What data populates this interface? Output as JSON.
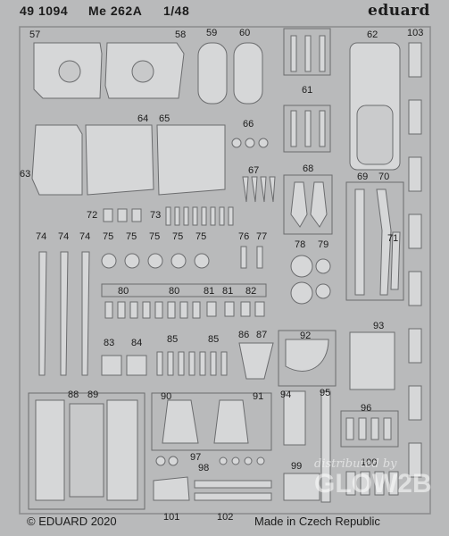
{
  "header": {
    "catalog": "49 1094",
    "model": "Me 262A",
    "scale": "1/48",
    "brand": "eduard"
  },
  "footer": {
    "copyright": "© EDUARD 2020",
    "origin": "Made in Czech Republic"
  },
  "watermark": {
    "tagline": "distributed by",
    "name": "GLOW2B"
  },
  "part_labels": {
    "p57": "57",
    "p58": "58",
    "p59": "59",
    "p60": "60",
    "p61": "61",
    "p62": "62",
    "p103": "103",
    "p63": "63",
    "p64": "64",
    "p65": "65",
    "p66": "66",
    "p67": "67",
    "p68": "68",
    "p69": "69",
    "p70": "70",
    "p71": "71",
    "p72": "72",
    "p73": "73",
    "p74a": "74",
    "p74b": "74",
    "p74c": "74",
    "p75a": "75",
    "p75b": "75",
    "p75c": "75",
    "p75d": "75",
    "p75e": "75",
    "p76": "76",
    "p77": "77",
    "p78": "78",
    "p79": "79",
    "p80a": "80",
    "p80b": "80",
    "p81a": "81",
    "p81b": "81",
    "p82": "82",
    "p83": "83",
    "p84": "84",
    "p85a": "85",
    "p85b": "85",
    "p86": "86",
    "p87": "87",
    "p88": "88",
    "p89": "89",
    "p90": "90",
    "p91": "91",
    "p92": "92",
    "p93": "93",
    "p94": "94",
    "p95": "95",
    "p96": "96",
    "p97": "97",
    "p98": "98",
    "p99": "99",
    "p100": "100",
    "p101": "101",
    "p102": "102"
  },
  "colors": {
    "fret": "#b9babb",
    "part": "#d6d7d8",
    "outline": "#6b6c6e",
    "text": "#1b1b1b"
  }
}
